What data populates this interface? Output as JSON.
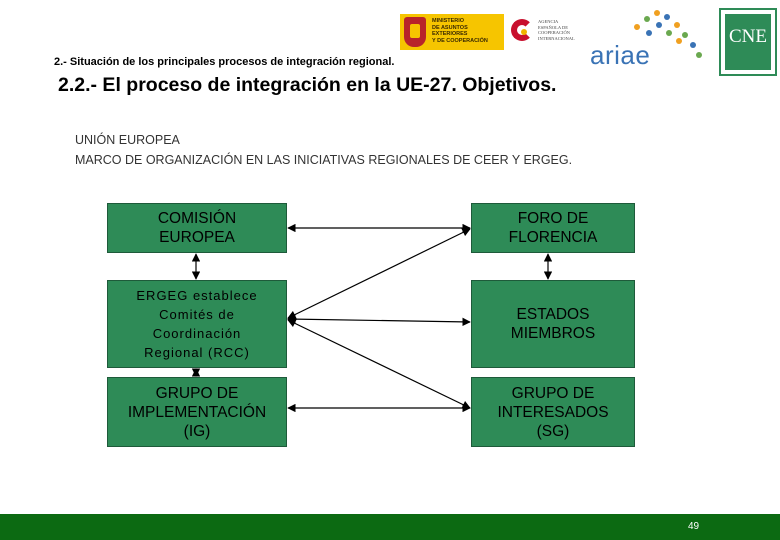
{
  "header": {
    "subtitle": "2.- Situación de los principales procesos de integración regional.",
    "title": "2.2.- El proceso de integración en la UE-27.  Objetivos.",
    "logos": {
      "ministerio_text": "MINISTERIO\nDE ASUNTOS EXTERIORES\nY DE COOPERACIÓN",
      "aecid_text": "AGENCIA\nESPAÑOLA DE\nCOOPERACIÓN\nINTERNACIONAL",
      "ariae": "ariae",
      "cne": "CNE"
    }
  },
  "intro": {
    "line1": "UNIÓN EUROPEA",
    "line2": "MARCO DE ORGANIZACIÓN EN LAS INICIATIVAS REGIONALES DE CEER Y ERGEG."
  },
  "diagram": {
    "comision": [
      "COMISIÓN",
      "EUROPEA"
    ],
    "ergeg": [
      "ERGEG establece",
      "Comités de",
      "Coordinación",
      "Regional (RCC)"
    ],
    "implementacion": [
      "GRUPO DE",
      "IMPLEMENTACIÓN",
      "(IG)"
    ],
    "foro": [
      "FORO DE",
      "FLORENCIA"
    ],
    "estados": [
      "ESTADOS",
      "MIEMBROS"
    ],
    "interesados": [
      "GRUPO DE",
      "INTERESADOS",
      "(SG)"
    ]
  },
  "colors": {
    "box_fill": "#2e8b57",
    "footer": "#0c6a12",
    "arrow": "#000000"
  },
  "footer": {
    "page_number": "49"
  }
}
